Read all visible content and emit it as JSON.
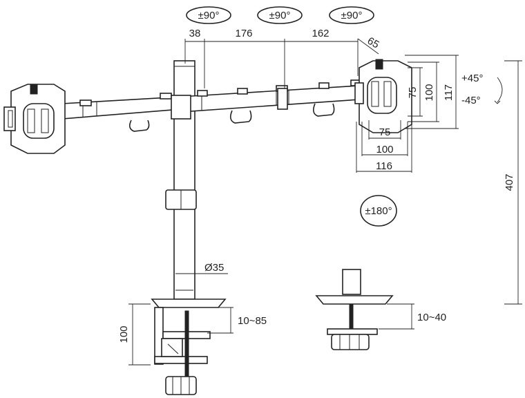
{
  "dimensions": {
    "top_segments": [
      "38",
      "176",
      "162"
    ],
    "tilt_offset": "65",
    "rotation_badges": [
      "±90°",
      "±90°",
      "±90°"
    ],
    "tilt_up": "+45°",
    "tilt_down": "-45°",
    "plate_inner_75": "75",
    "plate_inner_100": "100",
    "plate_height_117": "117",
    "plate_width_75": "75",
    "plate_width_100": "100",
    "plate_width_116": "116",
    "pole_height": "407",
    "swivel": "±180°",
    "pole_diameter": "Ø35",
    "clamp_range": "10~85",
    "clamp_height": "100",
    "grommet_range": "10~40"
  }
}
